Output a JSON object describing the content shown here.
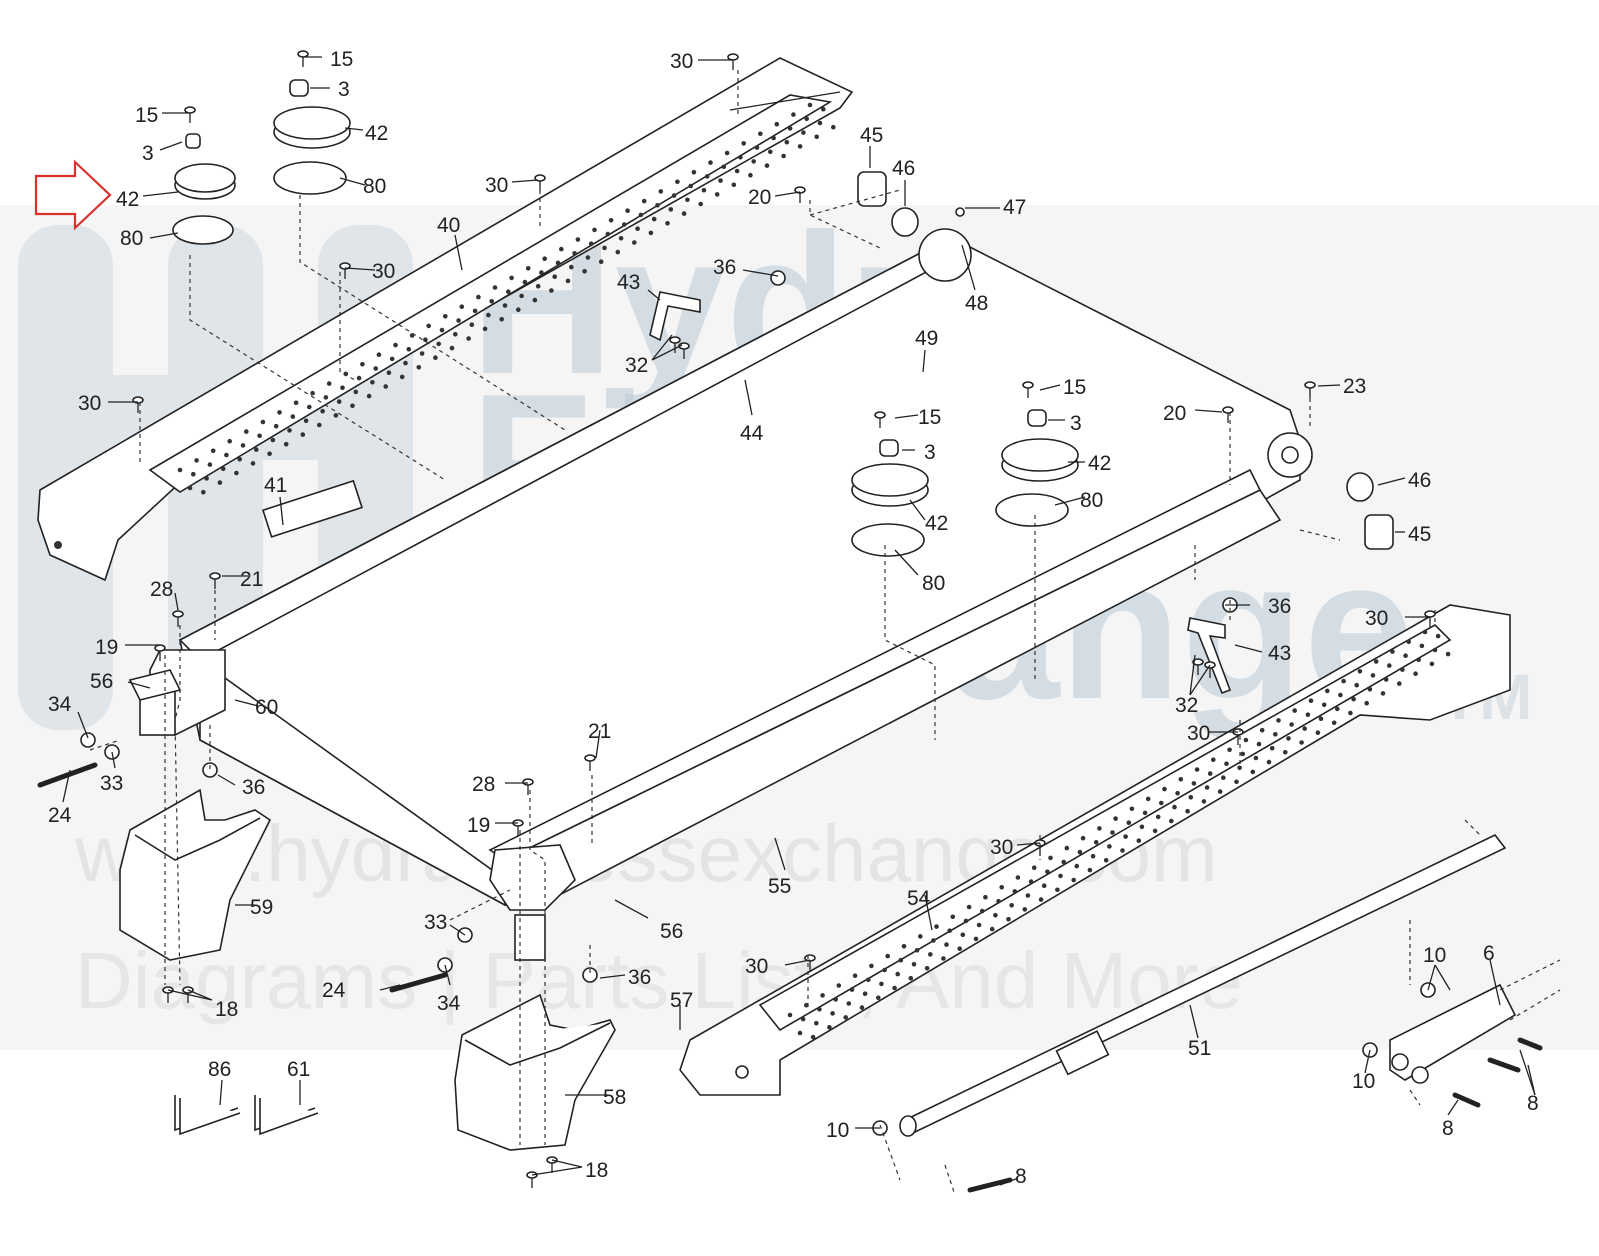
{
  "watermark": {
    "brand_line1": "Hydra",
    "brand_line2": "Fitness",
    "brand_line3": "Exchange",
    "trademark": "TM",
    "url": "www.hydrafitnessexchange.com",
    "tagline": "Diagrams | Parts Lists, And More"
  },
  "colors": {
    "arrow": "#d9302c",
    "line": "#222222",
    "watermark": "#b9cad6"
  },
  "indicator": {
    "icon": "arrow-right-icon",
    "points_to": "42"
  },
  "callouts": {
    "c15a": "15",
    "c3a": "3",
    "c42a": "42",
    "c80a": "80",
    "c15b": "15",
    "c3b": "3",
    "c42b": "42",
    "c80b": "80",
    "c30a": "30",
    "c30b": "30",
    "c30c": "30",
    "c30d": "30",
    "c40": "40",
    "c20a": "20",
    "c45a": "45",
    "c46a": "46",
    "c47": "47",
    "c36a": "36",
    "c43a": "43",
    "c32a": "32",
    "c48": "48",
    "c49": "49",
    "c44": "44",
    "c41": "41",
    "c15c": "15",
    "c3c": "3",
    "c42c": "42",
    "c80c": "80",
    "c15d": "15",
    "c3d": "3",
    "c42d": "42",
    "c80d": "80",
    "c20b": "20",
    "c23": "23",
    "c46b": "46",
    "c45b": "45",
    "c21a": "21",
    "c28a": "28",
    "c19a": "19",
    "c56a": "56",
    "c60": "60",
    "c34a": "34",
    "c33a": "33",
    "c24a": "24",
    "c36b": "36",
    "c59": "59",
    "c18a": "18",
    "c86": "86",
    "c61": "61",
    "c36c": "36",
    "c43b": "43",
    "c32b": "32",
    "c30e": "30",
    "c30f": "30",
    "c21b": "21",
    "c28b": "28",
    "c19b": "19",
    "c55": "55",
    "c56b": "56",
    "c33b": "33",
    "c34b": "34",
    "c24b": "24",
    "c36d": "36",
    "c57": "57",
    "c58": "58",
    "c18b": "18",
    "c30g": "30",
    "c30h": "30",
    "c54": "54",
    "c51": "51",
    "c10a": "10",
    "c6": "6",
    "c10b": "10",
    "c10c": "10",
    "c8a": "8",
    "c8b": "8",
    "c8c": "8"
  }
}
